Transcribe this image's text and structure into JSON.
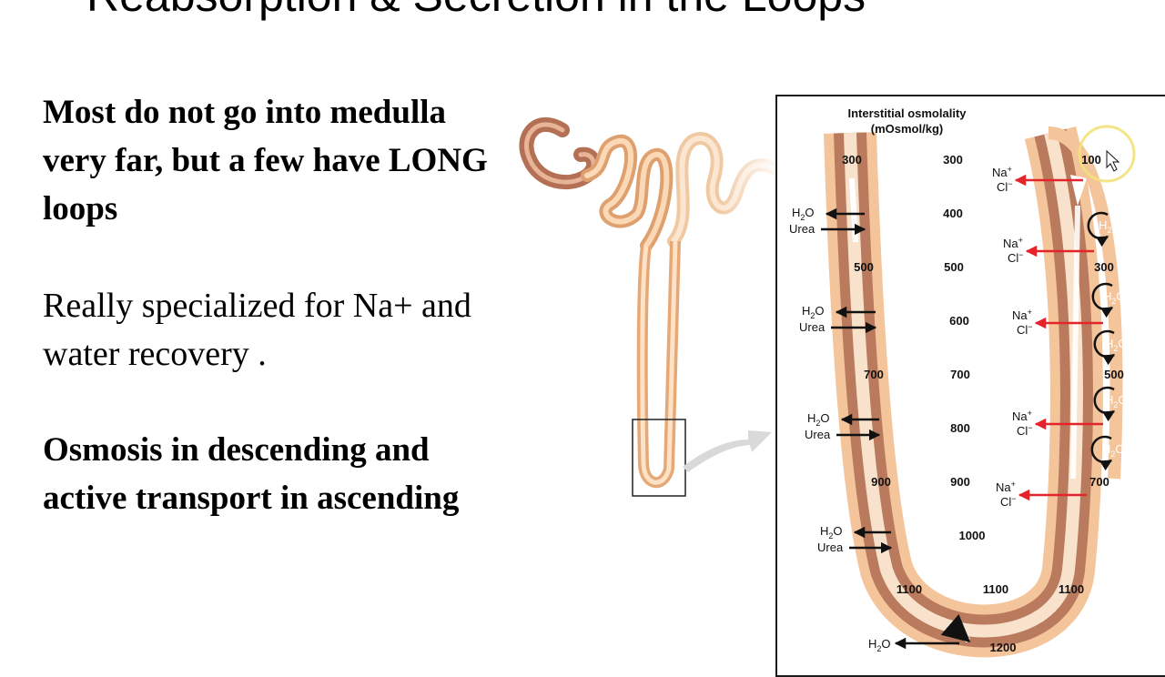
{
  "slide": {
    "title": "Reabsorption & Secretion in the Loops",
    "paragraphs": [
      "Most do not go into medulla very far, but a few have LONG loops",
      "Really specialized for Na+ and water recovery .",
      "Osmosis in descending and active transport in ascending"
    ]
  },
  "diagram": {
    "heading_line1": "Interstitial osmolality",
    "heading_line2": "(mOsmol/kg)",
    "interstitial_values": [
      "300",
      "400",
      "500",
      "600",
      "700",
      "800",
      "900",
      "1000",
      "1100",
      "1200"
    ],
    "descending_values": [
      "300",
      "500",
      "700",
      "900",
      "1100"
    ],
    "ascending_values": [
      "100",
      "300",
      "500",
      "700",
      "1100"
    ],
    "labels": {
      "water": "H",
      "water_sub": "2",
      "water_end": "O",
      "urea": "Urea",
      "sodium": "Na",
      "sodium_sup": "+",
      "chloride": "Cl",
      "chloride_sup": "−"
    },
    "colors": {
      "tubule_outer": "#f6caa0",
      "tubule_mid": "#b97a5e",
      "lumen": "#f9e2cb",
      "red_arrow": "#e3242b",
      "cursor_highlight": "#f2e27a"
    }
  }
}
